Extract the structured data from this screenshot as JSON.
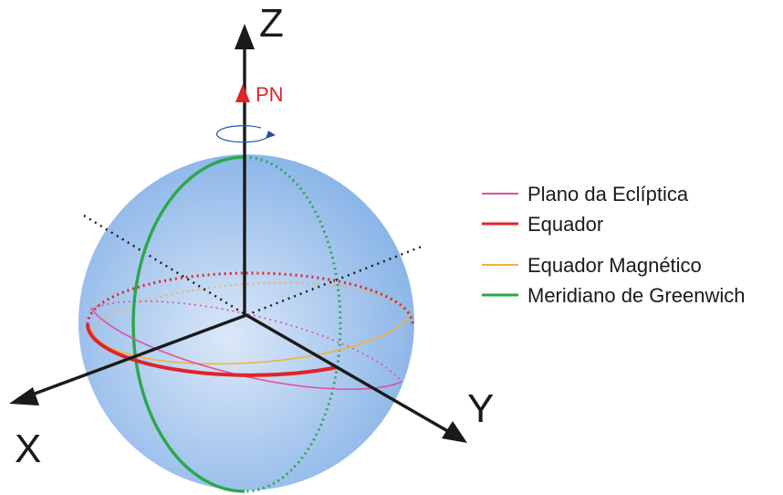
{
  "axes": {
    "z_label": "Z",
    "x_label": "X",
    "y_label": "Y"
  },
  "pole": {
    "label": "PN",
    "color": "#e0242a"
  },
  "rotation_arrow_color": "#2b4fa8",
  "sphere": {
    "fill_light": "#dbe8f8",
    "fill_mid": "#a9c8ee",
    "fill_dark": "#7eaee6"
  },
  "legend": {
    "items": [
      {
        "label": "Plano da Eclíptica",
        "color": "#e0509b"
      },
      {
        "label": "Equador",
        "color": "#e0242a"
      },
      {
        "label": "Equador Magnético",
        "color": "#f2b13c"
      },
      {
        "label": "Meridiano de Greenwich",
        "color": "#2aa84a"
      }
    ]
  }
}
